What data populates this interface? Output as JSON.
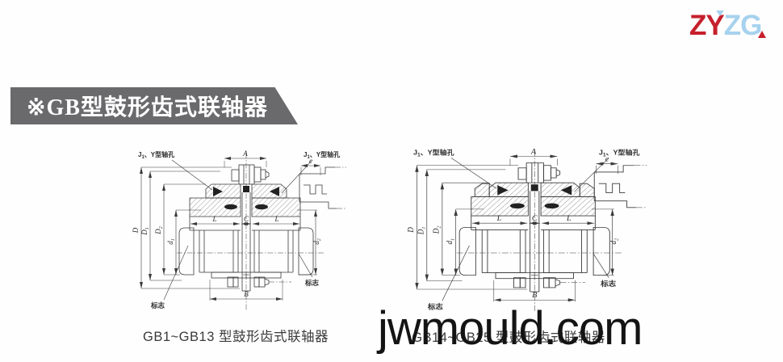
{
  "logo": {
    "part1": "ZY",
    "part2": "ZG",
    "red": "#c6202c",
    "light_blue": "#a7d2ee"
  },
  "header": {
    "title": "※GB型鼓形齿式联轴器",
    "banner_color": "#6a6a6c",
    "text_color": "#ffffff"
  },
  "figures": [
    {
      "caption": "GB1~GB13 型鼓形齿式联轴器"
    },
    {
      "caption": "GB14~GB25 型鼓形齿式联轴器"
    }
  ],
  "drawing_labels": {
    "bore_label_parts": [
      "J",
      "1",
      "、Y型轴孔"
    ],
    "mark_label": "标志",
    "dims": {
      "A": "A",
      "e": "e",
      "B": "B",
      "L": "L",
      "C": "C",
      "D": "D",
      "D1": [
        "D",
        "1"
      ],
      "D2": [
        "D",
        "2"
      ],
      "d1": [
        "d",
        "1"
      ],
      "d2": [
        "d",
        "2"
      ]
    },
    "line_color": "#3a3a3a"
  },
  "watermark": {
    "text": "jwmould.com"
  }
}
